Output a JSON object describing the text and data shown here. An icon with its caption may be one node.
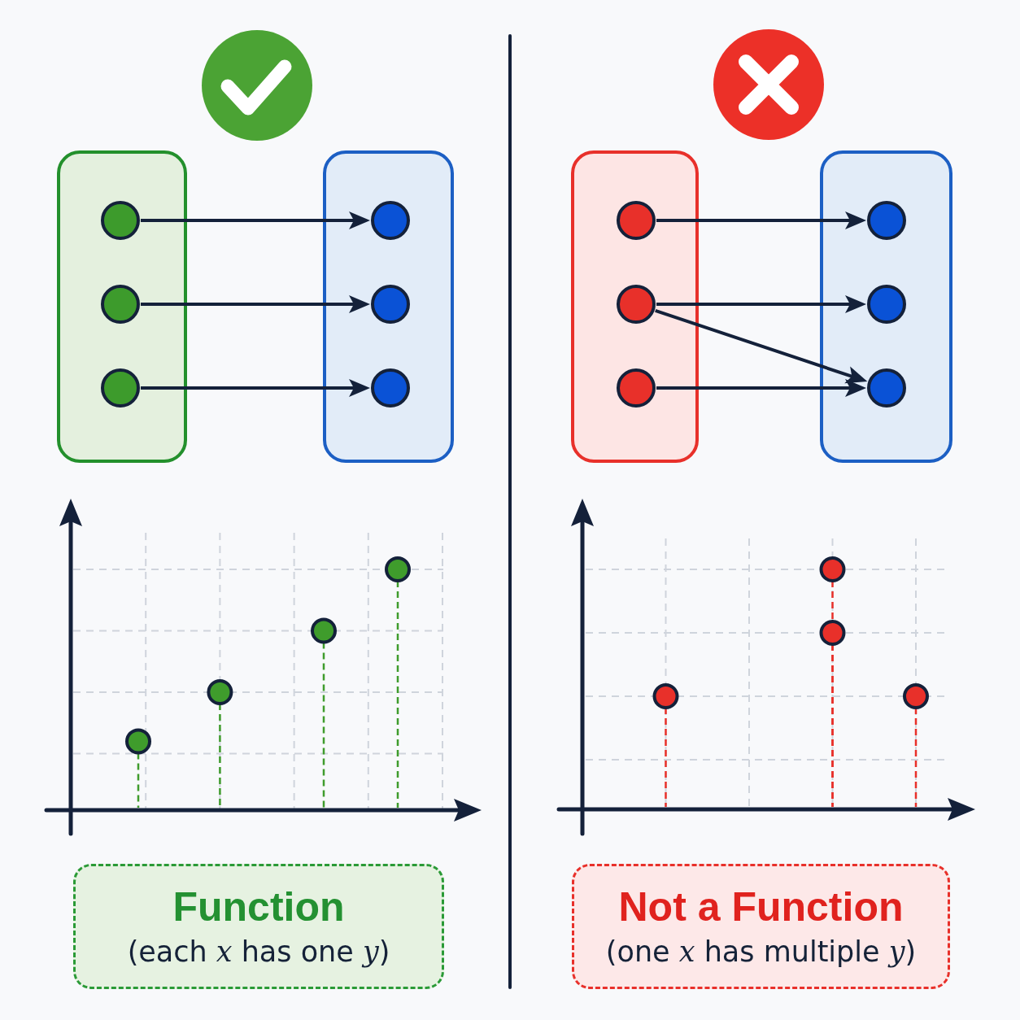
{
  "diagram": {
    "nodes": [
      {
        "text": [],
        "shape": "box"
      },
      {
        "text": [],
        "shape": "circle",
        "in": 0
      },
      {
        "text": [],
        "shape": "circle",
        "in": 0
      },
      {
        "text": [],
        "shape": "circle",
        "in": 0
      },
      {
        "text": [],
        "shape": "box"
      },
      {
        "text": [],
        "shape": "circle",
        "in": 4
      },
      {
        "text": [],
        "shape": "circle",
        "in": 4
      },
      {
        "text": [],
        "shape": "circle",
        "in": 4
      },
      {
        "text": [],
        "shape": "box"
      },
      {
        "text": [],
        "shape": "circle",
        "in": 8
      },
      {
        "text": [],
        "shape": "circle",
        "in": 8
      },
      {
        "text": [],
        "shape": "circle",
        "in": 8
      },
      {
        "text": [],
        "shape": "box"
      },
      {
        "text": [],
        "shape": "circle",
        "in": 12
      },
      {
        "text": [],
        "shape": "circle",
        "in": 12
      },
      {
        "text": [],
        "shape": "circle",
        "in": 12
      },
      {
        "text": [
          "Function",
          "(each *x* has one *y*)"
        ]
      },
      {
        "text": [
          "Not a Function",
          "(one *x* has multiple *y*)"
        ]
      }
    ],
    "edges": [
      {
        "from": 1,
        "to": 5,
        "arrow": "to"
      },
      {
        "from": 2,
        "to": 6,
        "arrow": "to"
      },
      {
        "from": 3,
        "to": 7,
        "arrow": "to"
      },
      {
        "from": 9,
        "to": 13,
        "arrow": "to"
      },
      {
        "from": 10,
        "to": 14,
        "arrow": "to"
      },
      {
        "from": 10,
        "to": 15,
        "arrow": "to"
      },
      {
        "from": 11,
        "to": 15,
        "arrow": "to"
      }
    ]
  }
}
